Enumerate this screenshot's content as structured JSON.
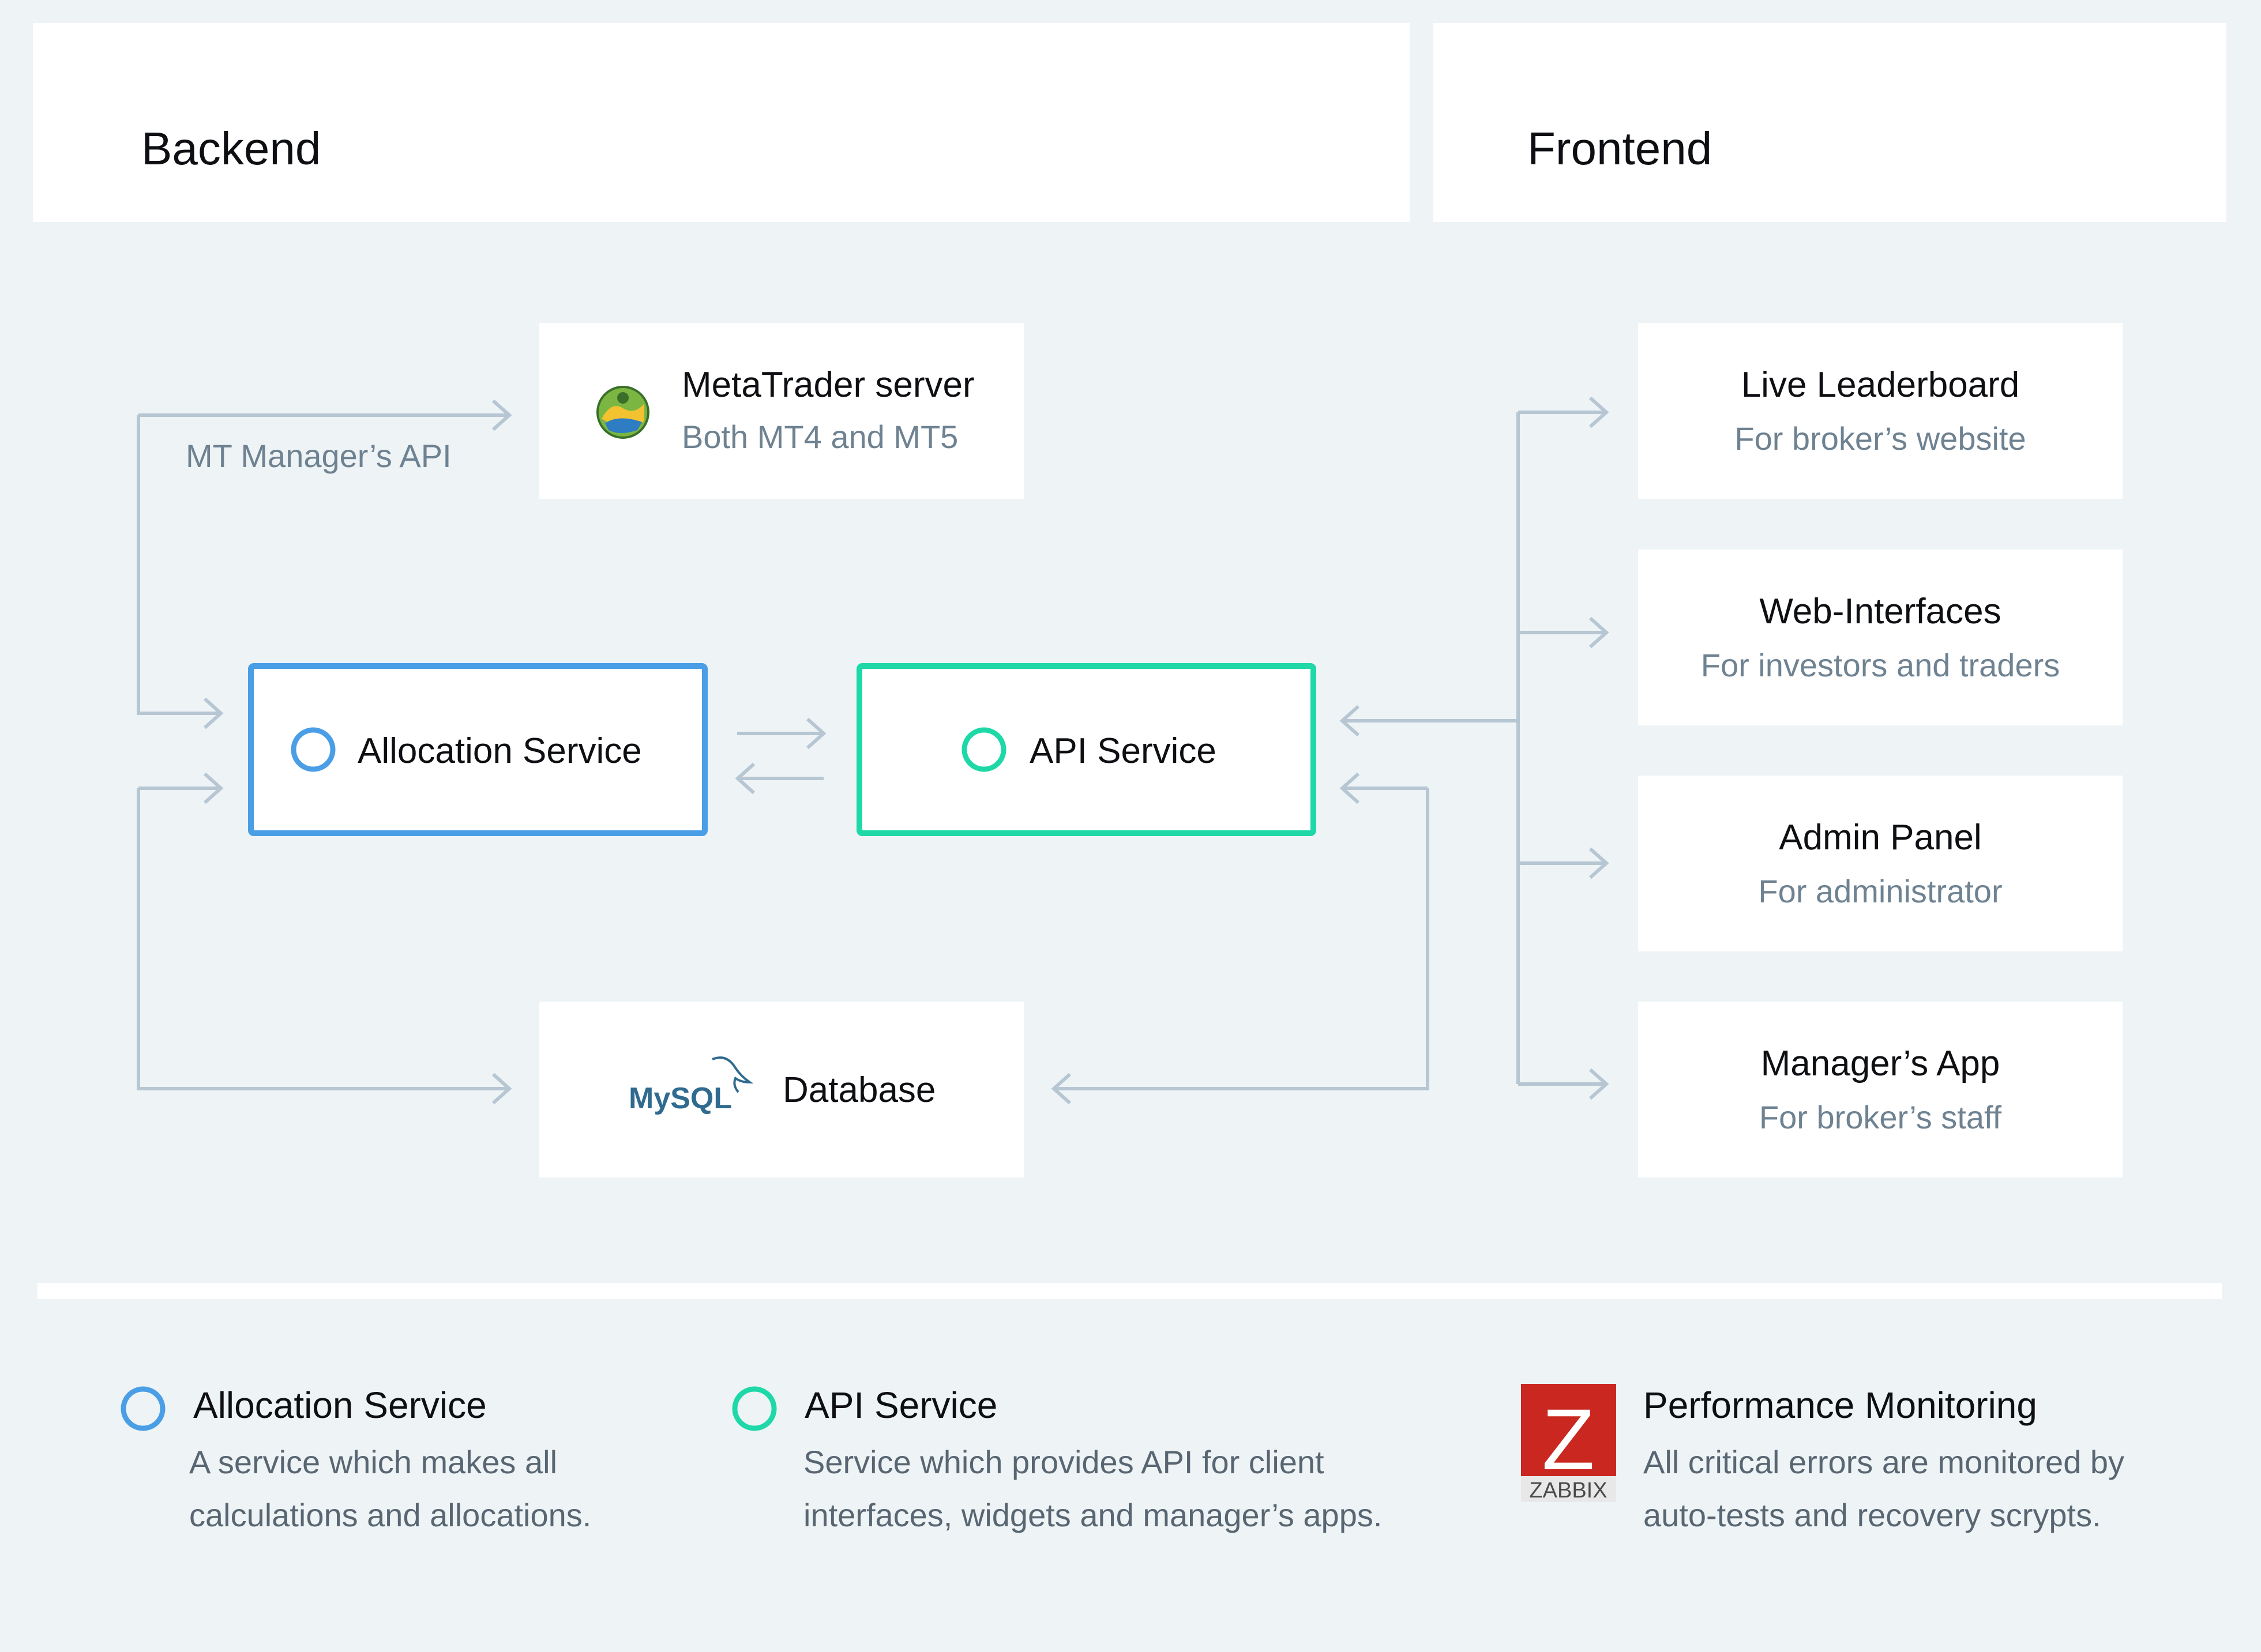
{
  "header": {
    "backend_title": "Backend",
    "frontend_title": "Frontend"
  },
  "diagram": {
    "api_label": "MT Manager’s API",
    "metatrader": {
      "title": "MetaTrader server",
      "subtitle": "Both MT4 and MT5",
      "icon": "metatrader-logo-icon"
    },
    "allocation": {
      "title": "Allocation Service",
      "color": "#4a9ee6"
    },
    "api_service": {
      "title": "API Service",
      "color": "#1ed8a8"
    },
    "database": {
      "title": "Database",
      "logo_text": "MySQL",
      "icon": "mysql-logo-icon"
    },
    "frontend_items": [
      {
        "title": "Live Leaderboard",
        "subtitle": "For broker’s website"
      },
      {
        "title": "Web-Interfaces",
        "subtitle": "For investors and traders"
      },
      {
        "title": "Admin Panel",
        "subtitle": "For administrator"
      },
      {
        "title": "Manager’s App",
        "subtitle": "For broker’s staff"
      }
    ],
    "arrow_color": "#b6c6d2"
  },
  "legend": [
    {
      "title": "Allocation Service",
      "line1": "A service which makes all",
      "line2": "calculations and allocations.",
      "icon": "ring-blue-icon"
    },
    {
      "title": "API Service",
      "line1": "Service which provides API for client",
      "line2": "interfaces, widgets and manager’s apps.",
      "icon": "ring-green-icon"
    },
    {
      "title": "Performance Monitoring",
      "line1": "All critical errors are monitored by",
      "line2": "auto-tests and recovery scrypts.",
      "icon": "zabbix-logo-icon",
      "logo_text": "Z",
      "logo_caption": "ZABBIX"
    }
  ]
}
